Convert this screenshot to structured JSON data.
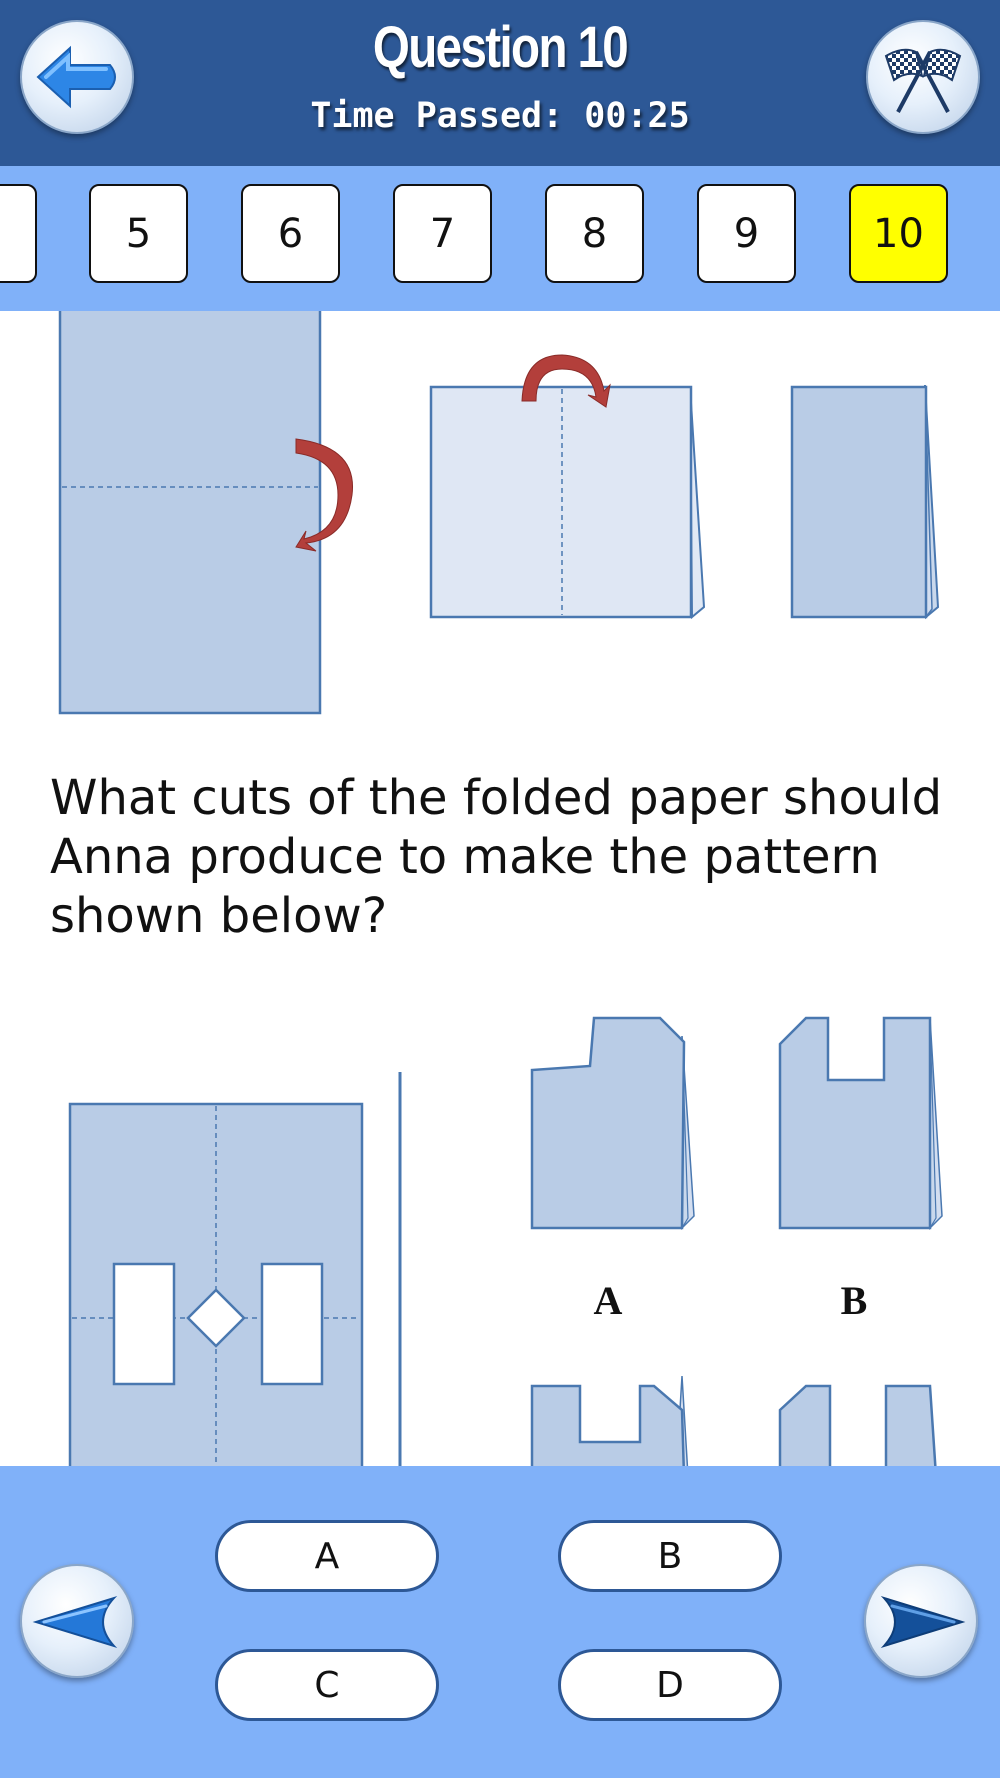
{
  "header": {
    "title": "Question 10",
    "timer_label": "Time Passed:",
    "timer_value": "00:25",
    "back_icon": "back-arrow-icon",
    "finish_icon": "checkered-flags-icon"
  },
  "question_strip": {
    "items": [
      "5",
      "6",
      "7",
      "8",
      "9",
      "10"
    ],
    "active": "10"
  },
  "question": {
    "text": "What cuts of the folded paper should Anna produce to make the pattern shown below?",
    "option_labels": [
      "A",
      "B"
    ]
  },
  "answers": {
    "a": "A",
    "b": "B",
    "c": "C",
    "d": "D"
  },
  "nav": {
    "prev_icon": "prev-arrow-icon",
    "next_icon": "next-arrow-icon"
  },
  "colors": {
    "header_bg": "#2d5896",
    "strip_bg": "#80b1f9",
    "active_question": "#ffff00",
    "paper_fill": "#b9cce6",
    "paper_stroke": "#4a78b0",
    "fold_arrow": "#b33f3b"
  }
}
